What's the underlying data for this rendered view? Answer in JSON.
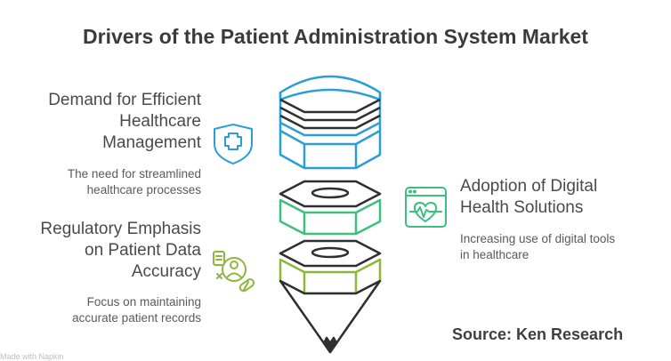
{
  "title": "Drivers of the Patient Administration System Market",
  "drivers": [
    {
      "heading_lines": [
        "Demand for Efficient",
        "Healthcare",
        "Management"
      ],
      "description_lines": [
        "The need for streamlined",
        "healthcare processes"
      ],
      "icon": "shield-medical-cross-icon",
      "color": "#2a9ed8"
    },
    {
      "heading_lines": [
        "Adoption of Digital",
        "Health Solutions"
      ],
      "description_lines": [
        "Increasing use of digital tools",
        "in healthcare"
      ],
      "icon": "monitor-heartbeat-icon",
      "color": "#3dbf7e"
    },
    {
      "heading_lines": [
        "Regulatory Emphasis",
        "on Patient Data",
        "Accuracy"
      ],
      "description_lines": [
        "Focus on maintaining",
        "accurate patient records"
      ],
      "icon": "patient-record-icon",
      "color": "#8cb83a"
    }
  ],
  "source": "Source: Ken Research",
  "watermark": "Made with Napkin",
  "colors": {
    "outline": "#2f2f2f",
    "blue": "#2a9ed8",
    "green": "#3dbf7e",
    "olive": "#8cb83a"
  }
}
